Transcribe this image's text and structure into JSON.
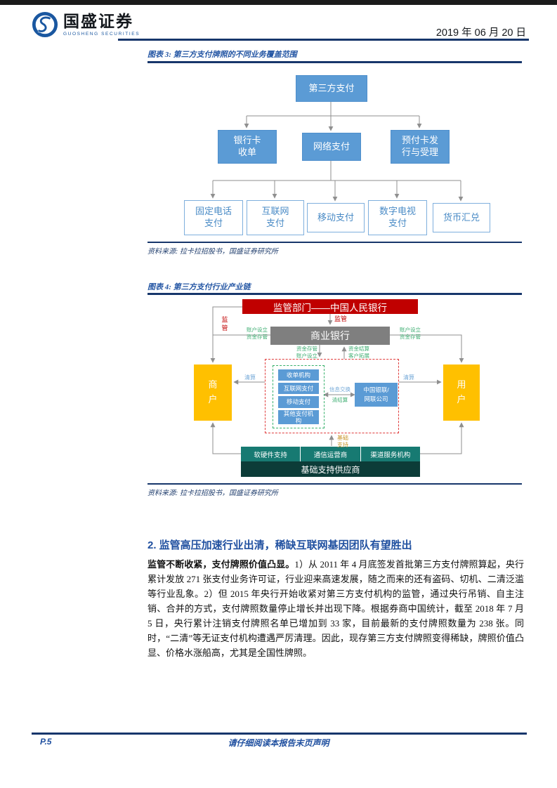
{
  "report": {
    "brand_cn": "国盛证券",
    "brand_en": "GUOSHENG SECURITIES",
    "date": "2019 年 06 月 20 日",
    "page_no": "P.5",
    "disclaimer": "请仔细阅读本报告末页声明"
  },
  "figure3": {
    "title": "图表 3: 第三方支付牌照的不同业务覆盖范围",
    "source": "资料来源: 拉卡拉招股书，国盛证券研究所",
    "root": "第三方支付",
    "level2": [
      {
        "label": "银行卡\n收单"
      },
      {
        "label": "网络支付"
      },
      {
        "label": "预付卡发\n行与受理"
      }
    ],
    "level3": [
      {
        "label": "固定电话\n支付"
      },
      {
        "label": "互联网\n支付"
      },
      {
        "label": "移动支付"
      },
      {
        "label": "数字电视\n支付"
      },
      {
        "label": "货币汇兑"
      }
    ]
  },
  "figure4": {
    "title": "图表 4: 第三方支付行业产业链",
    "source": "资料来源: 拉卡拉招股书，国盛证券研究所",
    "regulator": "监管部门——中国人民银行",
    "bank": "商业银行",
    "merchant": "商\n户",
    "user": "用\n户",
    "labels": {
      "supervise_left": "监\n管",
      "supervise_center": "监管",
      "account_left": "账户设立\n资金存管",
      "account_right": "账户设立\n资金存管",
      "deposit_down": "资金存管\n账户设立",
      "settle_up": "资金结算\n客户拓展",
      "clearing_left": "清算",
      "clearing_right": "清算",
      "info_exchange": "信息交换",
      "clear_settle": "清结算",
      "infra_support": "基础\n支持"
    },
    "payment_orgs": [
      {
        "label": "收单机构"
      },
      {
        "label": "互联网支付"
      },
      {
        "label": "移动支付"
      },
      {
        "label": "其他支付机\n构"
      }
    ],
    "clearing_org": "中国银联/\n网联公司",
    "infra_row": [
      {
        "label": "软硬件支持"
      },
      {
        "label": "通信运营商"
      },
      {
        "label": "渠道服务机构"
      }
    ],
    "infra_bottom": "基础支持供应商"
  },
  "section": {
    "heading": "2. 监管高压加速行业出清，稀缺互联网基因团队有望胜出",
    "para_lead": "监管不断收紧，支付牌照价值凸显。",
    "para_body": "1）从 2011 年 4 月底签发首批第三方支付牌照算起，央行累计发放 271 张支付业务许可证，行业迎来高速发展，随之而来的还有盗码、切机、二清泛滥等行业乱象。2）但 2015 年央行开始收紧对第三方支付机构的监管，通过央行吊销、自主注销、合并的方式，支付牌照数量停止增长并出现下降。根据券商中国统计，截至 2018 年 7 月 5 日，央行累计注销支付牌照名单已增加到 33 家，目前最新的支付牌照数量为 238 张。同时，“二清”等无证支付机构遭遇严厉清理。因此，现存第三方支付牌照变得稀缺，牌照价值凸显、价格水涨船高，尤其是全国性牌照。"
  },
  "colors": {
    "rule_navy": "#17366b",
    "title_blue": "#2456a4",
    "heading_blue": "#2050a0",
    "box_blue": "#5b9bd5",
    "regulator_red": "#c00000",
    "bank_gray": "#7f7f7f",
    "merchant_orange": "#ffc000",
    "infra_teal": "#177a72",
    "infra_dark_teal": "#0c3c38",
    "label_green": "#3fae73",
    "label_blue": "#74a9d8",
    "label_gold": "#c9972e",
    "line_gray": "#8f8f8f"
  }
}
